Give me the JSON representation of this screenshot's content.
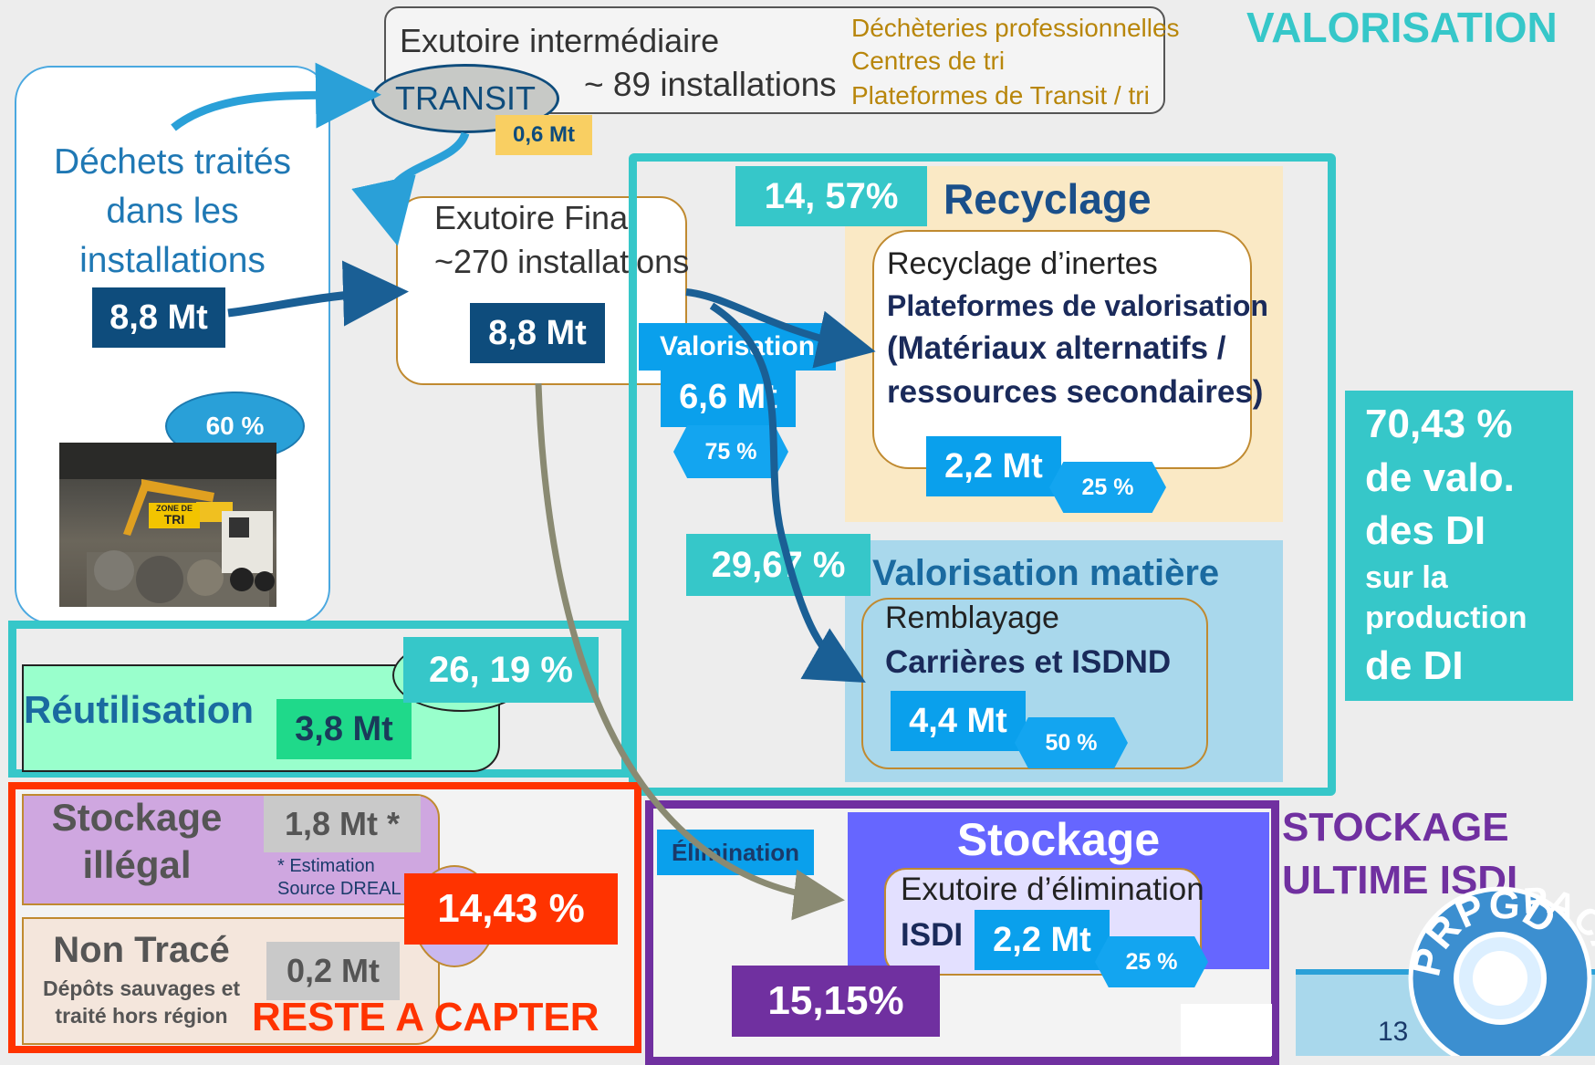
{
  "corner_title": "VALORISATION",
  "transit_box": {
    "title": "Exutoire intermédiaire",
    "ellipse_label": "TRANSIT",
    "count": "~ 89 installations",
    "amount": "0,6 Mt",
    "types": [
      "Déchèteries professionnelles",
      "Centres de tri",
      "Plateformes de Transit / tri"
    ]
  },
  "source_panel": {
    "lines": [
      "Déchets traités",
      "dans les",
      "installations"
    ],
    "amount": "8,8 Mt",
    "percent": "60 %",
    "photo_sign": [
      "ZONE DE",
      "TRI"
    ]
  },
  "final_box": {
    "lines": [
      "Exutoire Final",
      "~270 installations"
    ],
    "amount": "8,8 Mt"
  },
  "valorisation_flow": {
    "label": "Valorisation",
    "amount": "6,6 Mt",
    "percent": "75 %"
  },
  "recycling": {
    "percent": "14, 57%",
    "title": "Recyclage",
    "line1": "Recyclage d’inertes",
    "line2": "Plateformes de valorisation",
    "line3": "(Matériaux alternatifs /",
    "line4": "ressources secondaires)",
    "amount": "2,2 Mt",
    "share": "25 %"
  },
  "material_recovery": {
    "percent": "29,67 %",
    "title": "Valorisation matière",
    "line1": "Remblayage",
    "line2": "Carrières et ISDND",
    "amount": "4,4 Mt",
    "share": "50 %"
  },
  "recovery_total": [
    "70,43 %",
    "de valo.",
    "des DI",
    "sur la",
    "production",
    "de DI"
  ],
  "reuse": {
    "label": "Réutilisation",
    "amount": "3,8 Mt",
    "percent": "26, 19 %"
  },
  "uncaptured": {
    "illegal_title": [
      "Stockage",
      "illégal"
    ],
    "illegal_amount": "1,8 Mt *",
    "note": [
      "* Estimation",
      "Source DREAL"
    ],
    "untracked_title": "Non Tracé",
    "untracked_sub": [
      "Dépôts sauvages et",
      "traité hors région"
    ],
    "untracked_amount": "0,2 Mt",
    "percent": "14,43 %",
    "footer": "RESTE A CAPTER"
  },
  "elimination": {
    "label": "Élimination",
    "title": "Stockage",
    "line1": "Exutoire d’élimination",
    "line2": "ISDI",
    "amount": "2,2 Mt",
    "share": "25 %",
    "percent": "15,15%"
  },
  "storage_label": [
    "STOCKAGE",
    "ULTIME ISDI"
  ],
  "page_number": "13",
  "logo": {
    "top": "PRPGD",
    "right": "PACA"
  },
  "colors": {
    "teal": "#36c7c9",
    "navy": "#0e4c7c",
    "blue": "#0aa0ec",
    "red": "#ff3300",
    "purple": "#7030a0",
    "stockage": "#6666ff"
  }
}
